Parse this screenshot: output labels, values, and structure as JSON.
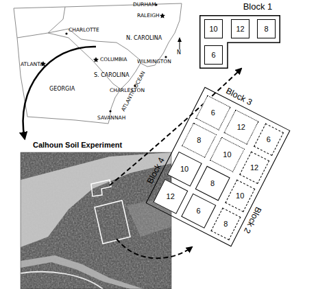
{
  "diagram": {
    "nodes": [
      {
        "text": [
          "Block 1"
        ]
      },
      {
        "text": [
          "10"
        ],
        "in": 0
      },
      {
        "text": [
          "12"
        ],
        "in": 0
      },
      {
        "text": [
          "8"
        ],
        "in": 0
      },
      {
        "text": [
          "6"
        ],
        "in": 0
      },
      {
        "text": [
          "Block 3",
          "Block 4",
          "Block 2"
        ]
      },
      {
        "text": [
          "6"
        ],
        "in": 5
      },
      {
        "text": [
          "12"
        ],
        "in": 5
      },
      {
        "text": [
          "8"
        ],
        "in": 5
      },
      {
        "text": [
          "10"
        ],
        "in": 5
      },
      {
        "text": [
          "6"
        ],
        "in": 5
      },
      {
        "text": [
          "12"
        ],
        "in": 5
      },
      {
        "text": [
          "10"
        ],
        "in": 5
      },
      {
        "text": [
          "8"
        ],
        "in": 5
      },
      {
        "text": [
          "10"
        ],
        "in": 5
      },
      {
        "text": [
          "8"
        ],
        "in": 5
      },
      {
        "text": [
          "12"
        ],
        "in": 5
      },
      {
        "text": [
          "6"
        ],
        "in": 5
      }
    ],
    "labels": [
      "DURHAM",
      "RALEIGH",
      "CHARLOTTE",
      "N. CAROLINA",
      "WILMINGTON",
      "ATLANTA",
      "COLUMBIA",
      "S. CAROLINA",
      "GEORGIA",
      "CHARLESTON",
      "SAVANNAH",
      "ATLANTIC OCEAN",
      "N",
      "Calhoun Soil Experiment"
    ]
  }
}
